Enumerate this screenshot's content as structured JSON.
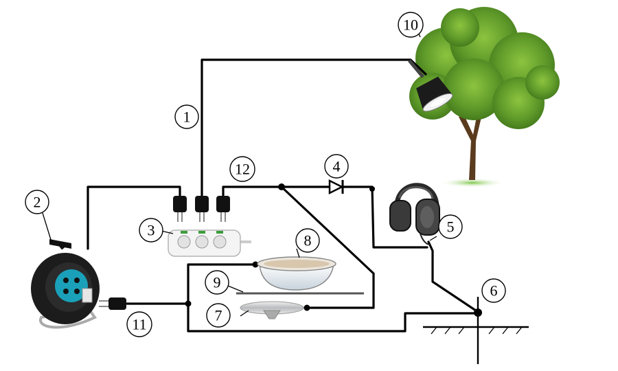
{
  "callouts": [
    {
      "id": "c1",
      "label": "1"
    },
    {
      "id": "c2",
      "label": "2"
    },
    {
      "id": "c3",
      "label": "3"
    },
    {
      "id": "c4",
      "label": "4"
    },
    {
      "id": "c5",
      "label": "5"
    },
    {
      "id": "c6",
      "label": "6"
    },
    {
      "id": "c7",
      "label": "7"
    },
    {
      "id": "c8",
      "label": "8"
    },
    {
      "id": "c9",
      "label": "9"
    },
    {
      "id": "c10",
      "label": "10"
    },
    {
      "id": "c11",
      "label": "11"
    },
    {
      "id": "c12",
      "label": "12"
    }
  ],
  "colors": {
    "wire": "#000000",
    "reel_teal": "#1aa0b8",
    "tree_green": "#5f9a2a",
    "grass": "#7fc64a"
  },
  "icons": [
    "cable-reel-icon",
    "power-strip-icon",
    "plug-icon",
    "diode-icon",
    "headphones-icon",
    "ground-icon",
    "bowl-icon",
    "dish-icon",
    "tree-icon",
    "lamp-icon"
  ]
}
